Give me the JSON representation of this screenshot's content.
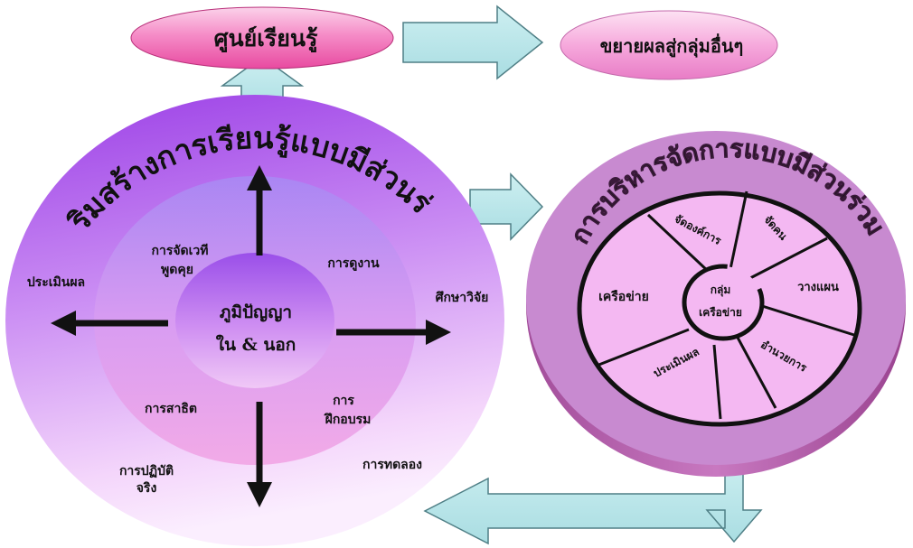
{
  "top_left_ellipse": {
    "label": "ศูนย์เรียนรู้"
  },
  "top_right_ellipse": {
    "label": "ขยายผลสู่กลุ่มอื่นๆ"
  },
  "left_circle": {
    "arc_title": "เสริมสร้างการเรียนรู้แบบมีส่วนร่วม",
    "center_line1": "ภูมิปัญญา",
    "center_line2": "ใน & นอก",
    "inner_items": {
      "forum_line1": "การจัดเวที",
      "forum_line2": "พูดคุย",
      "study_visit": "การดูงาน",
      "demonstration": "การสาธิต",
      "training_line1": "การ",
      "training_line2": "ฝึกอบรม"
    },
    "outer_items": {
      "evaluation": "ประเมินผล",
      "research": "ศึกษาวิจัย",
      "practice_line1": "การปฏิบัติ",
      "practice_line2": "จริง",
      "experiment": "การทดลอง"
    }
  },
  "right_wheel": {
    "arc_title": "การบริหารจัดการแบบมีส่วนร่วม",
    "hub_line1": "กลุ่ม",
    "hub_line2": "เครือข่าย",
    "segments": {
      "organize": "จัดองค์การ",
      "staffing": "จัดคน",
      "planning": "วางแผน",
      "directing": "อำนวยการ",
      "evaluation": "ประเมินผล",
      "network": "เครือข่าย"
    }
  },
  "colors": {
    "arrow_fill": "#b9e6ea",
    "arrow_stroke": "#4f7f86",
    "ellipse_pink": "#f06ab0",
    "circle_purple": "#b25cf0",
    "wheel_pink": "#f3b3f0",
    "wheel_rim": "#c88ad0"
  }
}
